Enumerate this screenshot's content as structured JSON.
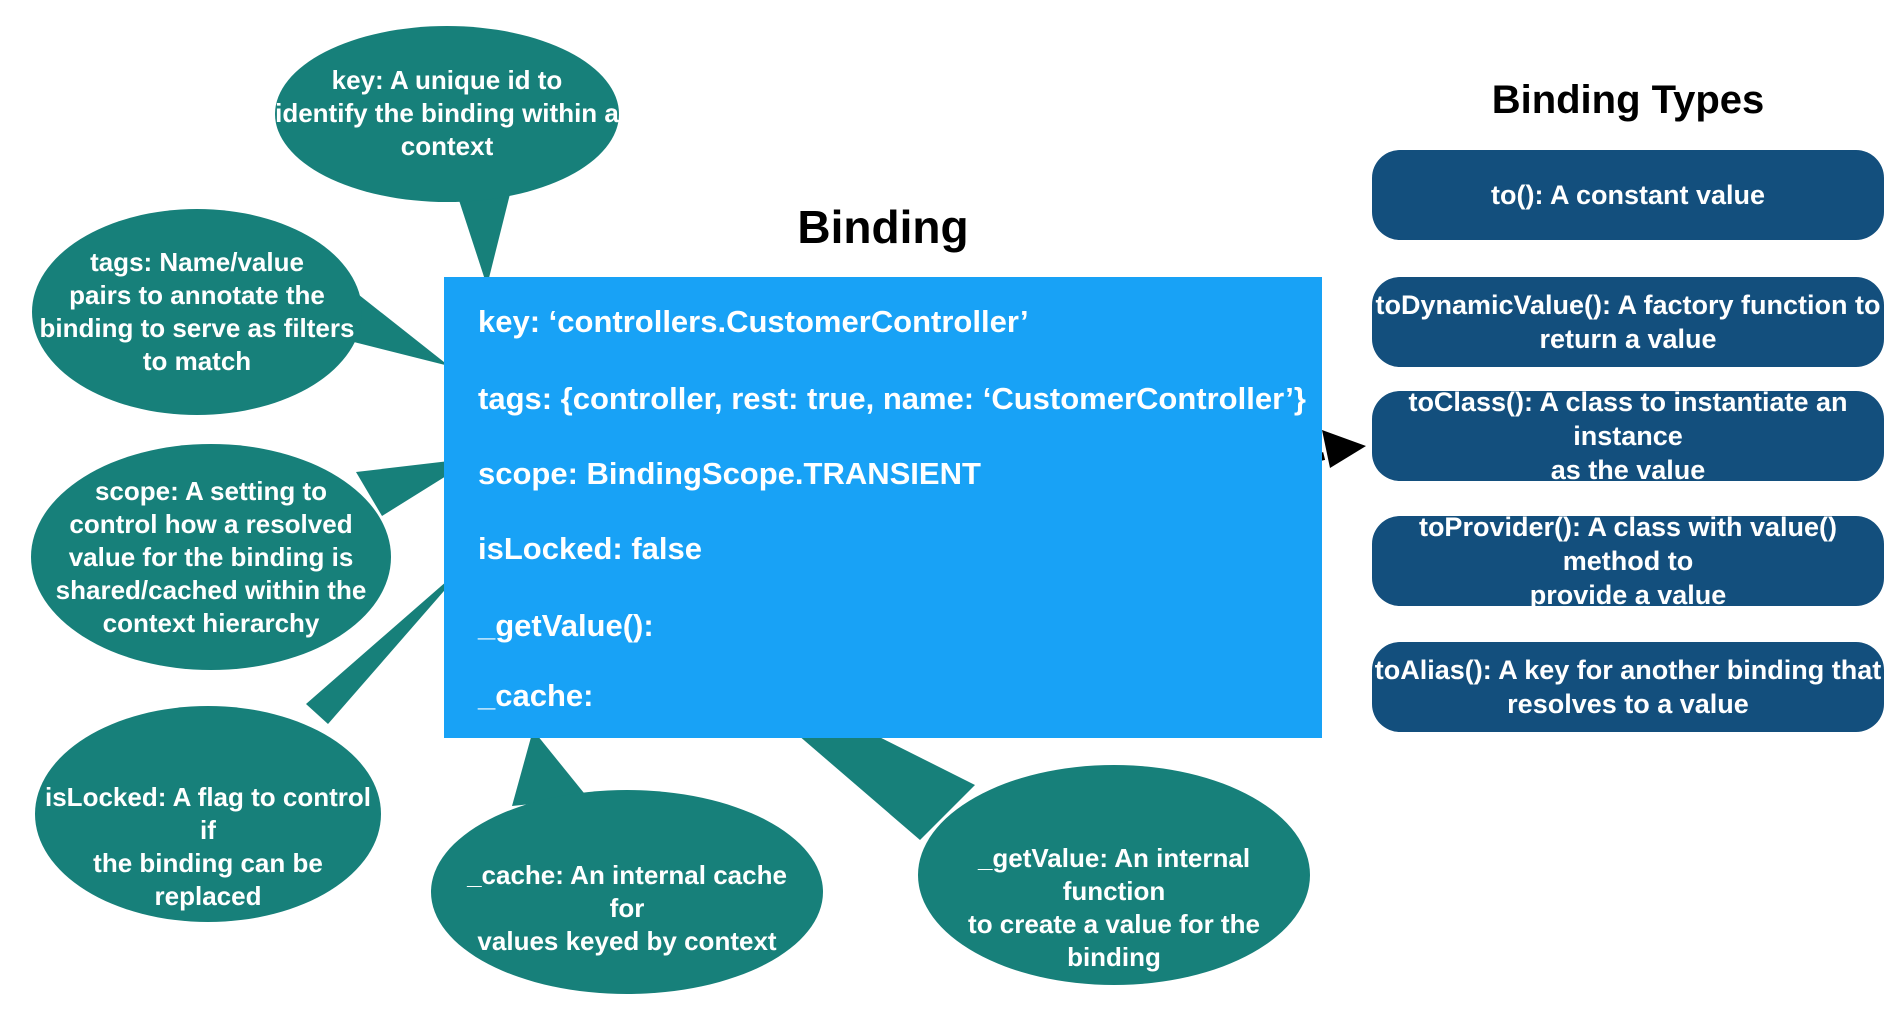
{
  "titles": {
    "main": "Binding",
    "right_column": "Binding Types"
  },
  "colors": {
    "callout_teal": "#17807A",
    "binding_box_blue": "#18A2F6",
    "type_box_navy": "#134F7D",
    "text_on_fills": "#FFFFFF",
    "headings_and_arrow": "#000000"
  },
  "binding_box": {
    "lines": [
      "key: ‘controllers.CustomerController’",
      "tags: {controller, rest: true, name: ‘CustomerController’}",
      "scope: BindingScope.TRANSIENT",
      "isLocked: false",
      "_getValue():",
      "_cache:"
    ]
  },
  "callouts": [
    {
      "id": "key",
      "text": "key: A unique id to\nidentify the binding within a\ncontext"
    },
    {
      "id": "tags",
      "text": "tags: Name/value\npairs to annotate the\nbinding to serve as filters\nto match"
    },
    {
      "id": "scope",
      "text": "scope: A setting to\ncontrol how a resolved\nvalue for the binding is\nshared/cached within the\ncontext hierarchy"
    },
    {
      "id": "isLocked",
      "text": "isLocked: A flag to control if\nthe binding can be replaced"
    },
    {
      "id": "cache",
      "text": "_cache: An internal cache for\nvalues keyed by context"
    },
    {
      "id": "getValue",
      "text": "_getValue: An internal function\nto create a value for the binding"
    }
  ],
  "binding_types": [
    {
      "label": "to(): A constant value"
    },
    {
      "label": "toDynamicValue(): A factory function to\nreturn a value"
    },
    {
      "label": "toClass(): A class to instantiate an instance\nas the value"
    },
    {
      "label": "toProvider(): A class with value() method to\nprovide a value"
    },
    {
      "label": "toAlias(): A key for another binding that\nresolves to a value"
    }
  ]
}
